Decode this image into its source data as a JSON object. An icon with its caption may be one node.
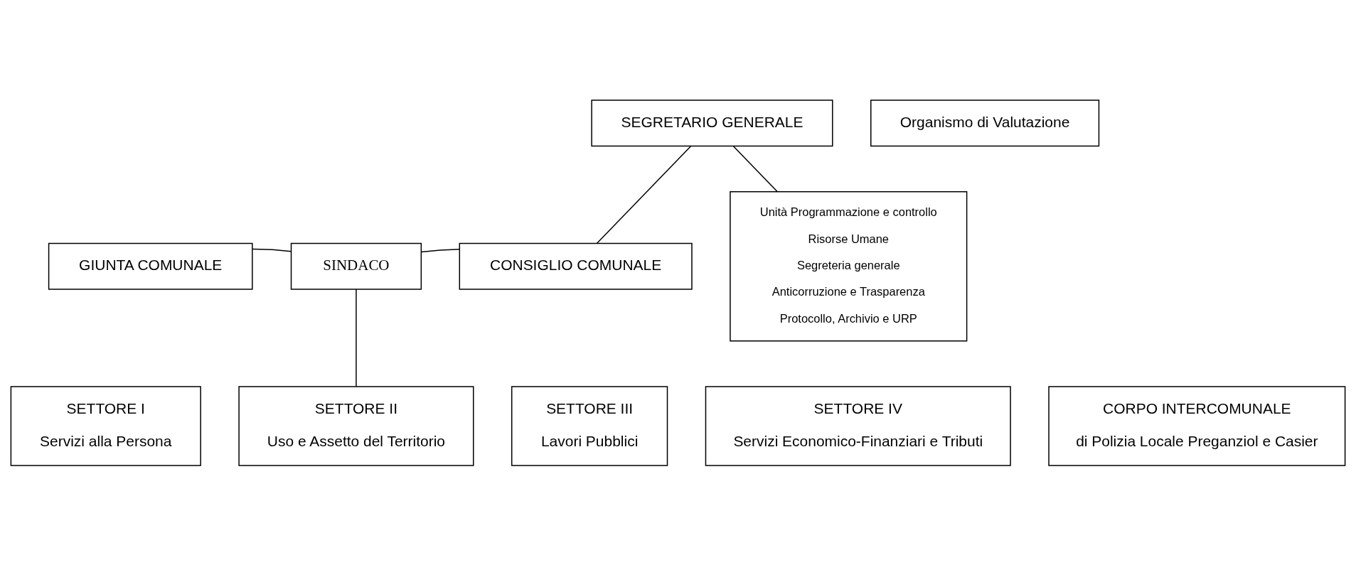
{
  "diagram": {
    "nodes": [
      {
        "text": [
          "GIUNTA COMUNALE"
        ]
      },
      {
        "text": [
          "SINDACO"
        ]
      },
      {
        "text": [
          "CONSIGLIO COMUNALE"
        ]
      },
      {
        "text": [
          "SEGRETARIO GENERALE"
        ]
      },
      {
        "text": [
          "Organismo di Valutazione"
        ]
      },
      {
        "text": [
          "Unità Programmazione e controllo",
          "Risorse Umane",
          "Segreteria generale",
          "Anticorruzione e Trasparenza",
          "Protocollo, Archivio e URP"
        ]
      },
      {
        "text": [
          "SETTORE I",
          "Servizi alla Persona"
        ]
      },
      {
        "text": [
          "SETTORE II",
          "Uso e Assetto del Territorio"
        ]
      },
      {
        "text": [
          "SETTORE III",
          "Lavori Pubblici"
        ]
      },
      {
        "text": [
          "SETTORE IV",
          "Servizi Economico-Finanziari e Tributi"
        ]
      },
      {
        "text": [
          "CORPO INTERCOMUNALE",
          "di Polizia Locale Preganziol e Casier"
        ]
      }
    ],
    "edges": [
      {
        "from": 0,
        "to": 1,
        "arrow": "none"
      },
      {
        "from": 1,
        "to": 2,
        "arrow": "none"
      },
      {
        "from": 3,
        "to": 2,
        "arrow": "none"
      },
      {
        "from": 3,
        "to": 5,
        "arrow": "none"
      },
      {
        "from": 1,
        "to": 7,
        "arrow": "none"
      }
    ]
  }
}
